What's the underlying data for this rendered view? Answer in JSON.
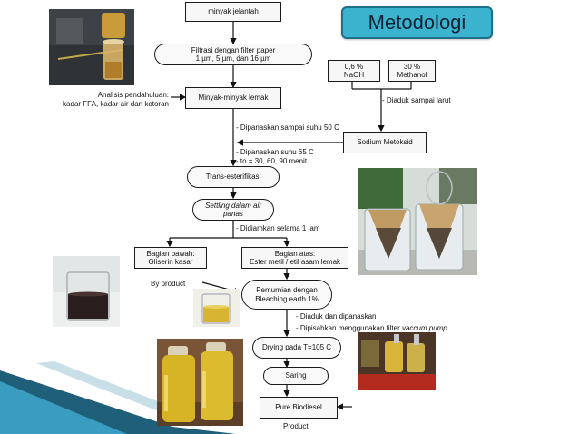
{
  "title": "Metodologi",
  "boxes": {
    "minyak_jelantah": "minyak jelantah",
    "filtrasi": "Filtrasi dengan filter paper\n1 µm, 5 µm, dan 16 µm",
    "minyak_lemak": "Minyak-minyak lemak",
    "naoh": "0,6 %\nNaOH",
    "methanol": "30 %\nMethanol",
    "sodium_metoksid": "Sodium Metoksid",
    "trans_esterifikasi": "Trans-esterifikasi",
    "settling": "Settling dalam air\npanas",
    "bagian_bawah": "Bagian bawah:\nGliserin kasar",
    "bagian_atas": "Bagian atas:\nEster metil / etil asam lemak",
    "pemurnian": "Pemurnian dengan\nBleaching earth 1%",
    "drying": "Drying pada T=105 C",
    "saring": "Saring",
    "pure_biodiesel": "Pure Biodiesel"
  },
  "notes": {
    "analisis": "Analisis pendahuluan:\nkadar FFA, kadar air dan kotoran",
    "diaduk_larut": "- Diaduk sampai larut",
    "dipanaskan_50": "- Dipanaskan sampai suhu 50 C",
    "dipanaskan_65": "- Dipanaskan suhu 65 C\n- to = 30, 60, 90 menit",
    "didiamkan": "- Didiamkan selama 1 jam",
    "by_product": "By product",
    "diaduk_dipanaskan": "- Diaduk dan dipanaskan",
    "dipisahkan_prefix": "- Dipisahkan menggunakan filter ",
    "dipisahkan_italic": "vaccum pump",
    "product": "Product"
  },
  "colors": {
    "title_bg": "#3bb3cf",
    "title_border": "#1d6f8a",
    "banner_dark": "#1f5f7a",
    "banner_light": "#3a9cc0"
  }
}
